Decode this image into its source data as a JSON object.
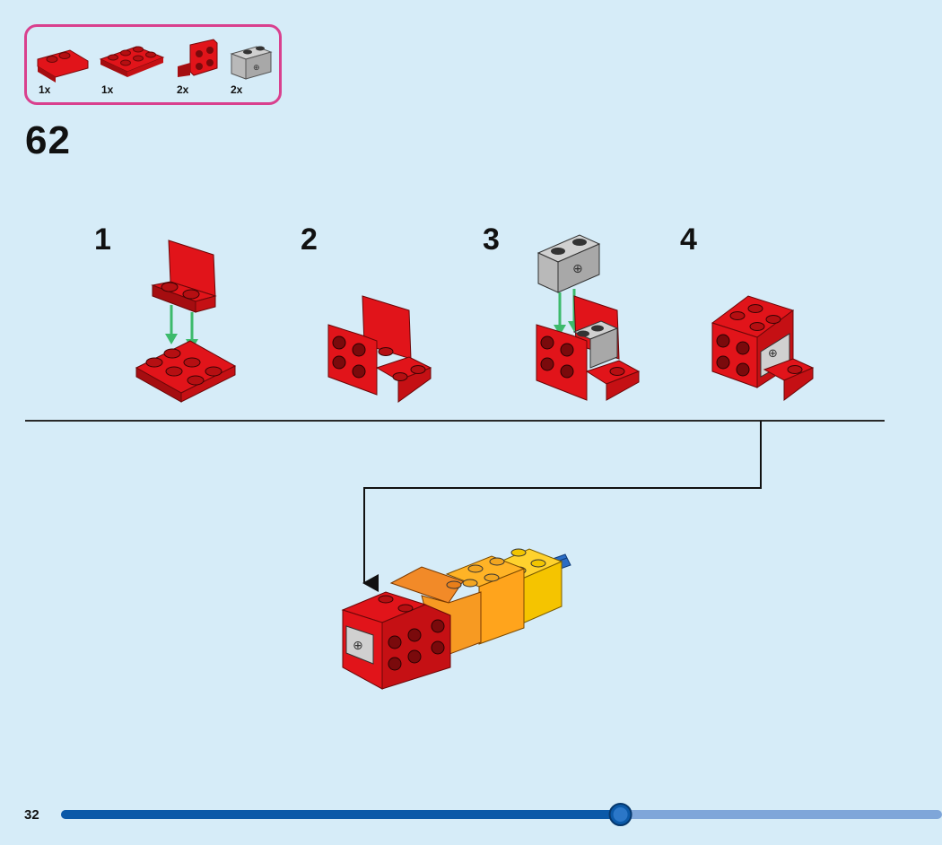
{
  "colors": {
    "background": "#d6ecf8",
    "parts_border": "#d9408e",
    "red": "#e1141a",
    "red_dark": "#a50d10",
    "gray": "#b9b9b9",
    "arrow_green": "#3cba6b",
    "progress_fill": "#0b59a8",
    "progress_track": "#7fa6d9",
    "orange": "#f79a22",
    "yellow": "#ffd22e"
  },
  "parts": [
    {
      "name": "red-plate-2x2-wedge",
      "qty": "1x"
    },
    {
      "name": "red-plate-2x4",
      "qty": "1x"
    },
    {
      "name": "red-bracket-1x2-2x2",
      "qty": "2x"
    },
    {
      "name": "gray-brick-1x2-stud",
      "qty": "2x"
    }
  ],
  "step": {
    "number": "62"
  },
  "substeps": [
    {
      "label": "1"
    },
    {
      "label": "2"
    },
    {
      "label": "3"
    },
    {
      "label": "4"
    }
  ],
  "footer": {
    "page_number": "32",
    "progress": 0.635
  }
}
